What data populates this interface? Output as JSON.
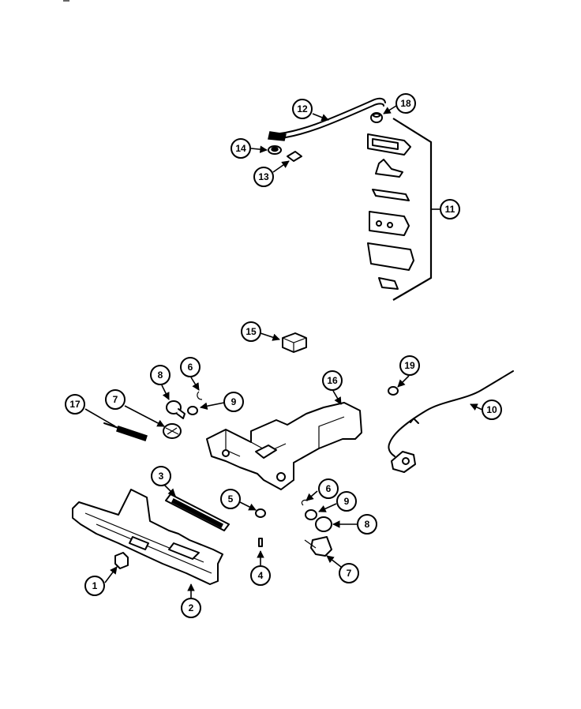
{
  "callouts": {
    "c1": "1",
    "c2": "2",
    "c3": "3",
    "c4": "4",
    "c5": "5",
    "c6a": "6",
    "c6b": "6",
    "c7a": "7",
    "c7b": "7",
    "c8a": "8",
    "c8b": "8",
    "c9a": "9",
    "c9b": "9",
    "c10": "10",
    "c11": "11",
    "c12": "12",
    "c13": "13",
    "c14": "14",
    "c15": "15",
    "c16": "16",
    "c17": "17",
    "c18": "18",
    "c19": "19"
  }
}
